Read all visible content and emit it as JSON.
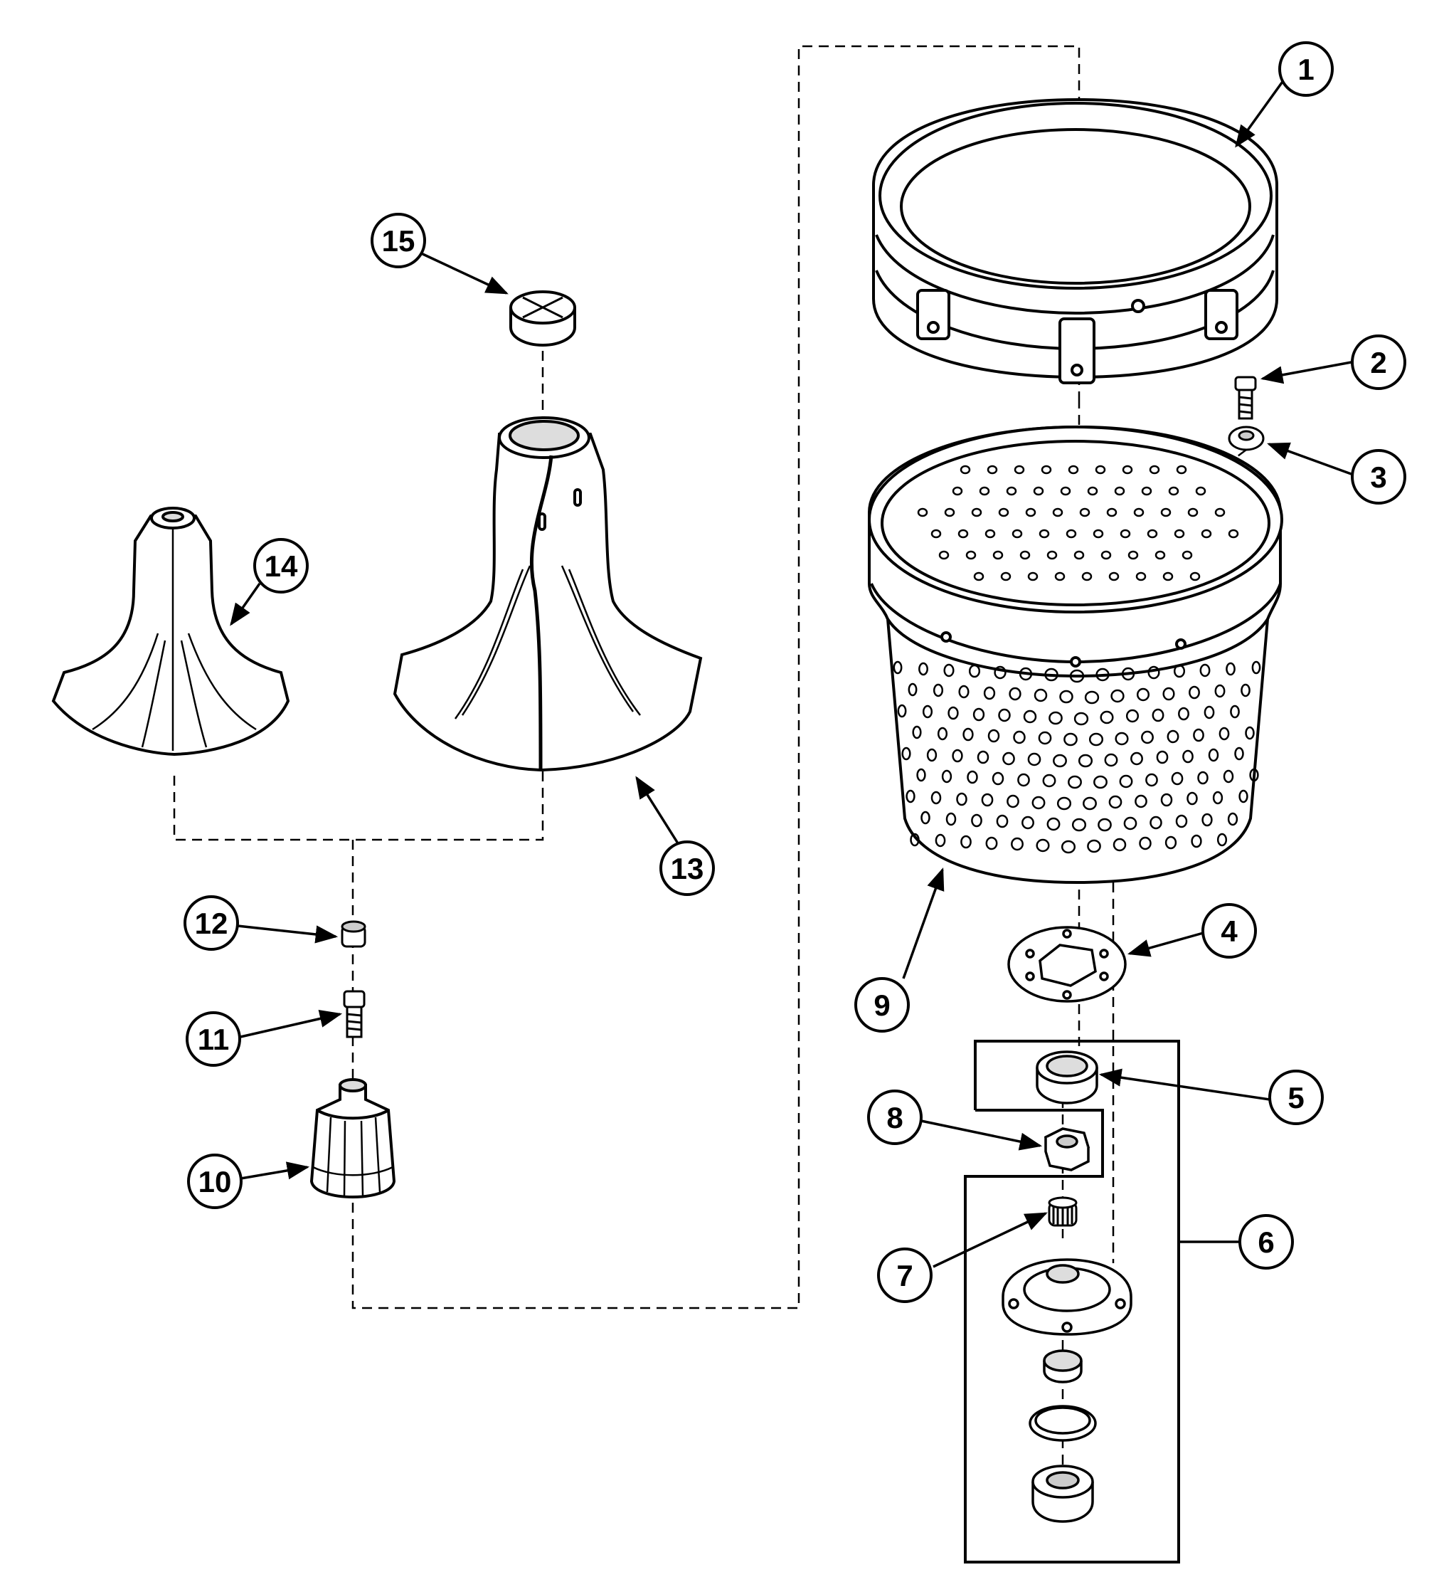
{
  "callouts": [
    {
      "id": 1,
      "label": "1"
    },
    {
      "id": 2,
      "label": "2"
    },
    {
      "id": 3,
      "label": "3"
    },
    {
      "id": 4,
      "label": "4"
    },
    {
      "id": 5,
      "label": "5"
    },
    {
      "id": 6,
      "label": "6"
    },
    {
      "id": 7,
      "label": "7"
    },
    {
      "id": 8,
      "label": "8"
    },
    {
      "id": 9,
      "label": "9"
    },
    {
      "id": 10,
      "label": "10"
    },
    {
      "id": 11,
      "label": "11"
    },
    {
      "id": 12,
      "label": "12"
    },
    {
      "id": 13,
      "label": "13"
    },
    {
      "id": 14,
      "label": "14"
    },
    {
      "id": 15,
      "label": "15"
    }
  ],
  "colors": {
    "line": "#000000",
    "background": "#ffffff",
    "fill": "#ffffff",
    "shade": "#e8e8e8"
  }
}
